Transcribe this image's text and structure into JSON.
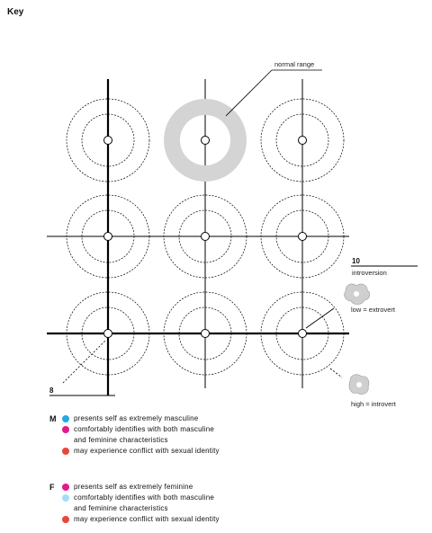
{
  "title": "Key",
  "callouts": {
    "normal_range": "normal range",
    "scale_max": "10",
    "introversion": "introversion",
    "low_extrovert": "low = extrovert",
    "high_introvert": "high = introvert",
    "scale_min": "8"
  },
  "colors": {
    "cyan": "#23a9e1",
    "magenta": "#e2198b",
    "red": "#e8473c",
    "light_blue": "#a8dcf3",
    "ring_gray": "#d4d4d4"
  },
  "legend": [
    {
      "label": "M",
      "items": [
        {
          "color": "#23a9e1",
          "lines": [
            "presents self as extremely masculine"
          ]
        },
        {
          "color": "#e2198b",
          "lines": [
            "comfortably identifies with both masculine",
            "and feminine characteristics"
          ]
        },
        {
          "color": "#e8473c",
          "lines": [
            "may experience conflict with sexual identity"
          ]
        }
      ]
    },
    {
      "label": "F",
      "items": [
        {
          "color": "#e2198b",
          "lines": [
            "presents self as extremely feminine"
          ]
        },
        {
          "color": "#a8dcf3",
          "lines": [
            "comfortably identifies with both masculine",
            "and feminine characteristics"
          ]
        },
        {
          "color": "#e8473c",
          "lines": [
            "may experience conflict with sexual identity"
          ]
        }
      ]
    }
  ]
}
